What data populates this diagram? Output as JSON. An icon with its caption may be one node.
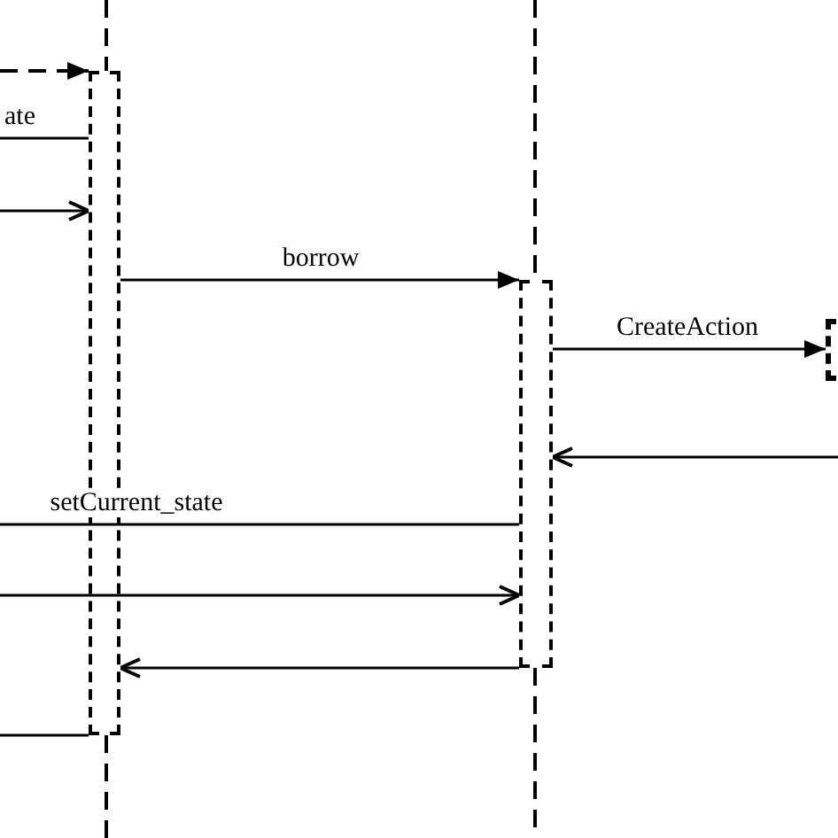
{
  "diagram": {
    "nodes": [
      {
        "text": [],
        "shape": "bar"
      },
      {
        "text": [],
        "shape": "bar"
      },
      {
        "text": [],
        "shape": "box"
      }
    ],
    "edges": [
      {
        "from": null,
        "to": 0,
        "arrow": "to",
        "style": "dashed"
      },
      {
        "from": null,
        "to": 0,
        "arrow": "none",
        "label": "ate"
      },
      {
        "from": null,
        "to": 0,
        "arrow": "to"
      },
      {
        "from": 0,
        "to": 1,
        "arrow": "to",
        "label": "borrow"
      },
      {
        "from": 1,
        "to": 2,
        "arrow": "to",
        "label": "CreateAction"
      },
      {
        "from": null,
        "to": 1,
        "arrow": "to"
      },
      {
        "from": null,
        "to": 1,
        "arrow": "none",
        "label": "setCurrent_state"
      },
      {
        "from": null,
        "to": 1,
        "arrow": "to"
      },
      {
        "from": 1,
        "to": 0,
        "arrow": "to"
      },
      {
        "from": null,
        "to": 0,
        "arrow": "none"
      }
    ]
  }
}
